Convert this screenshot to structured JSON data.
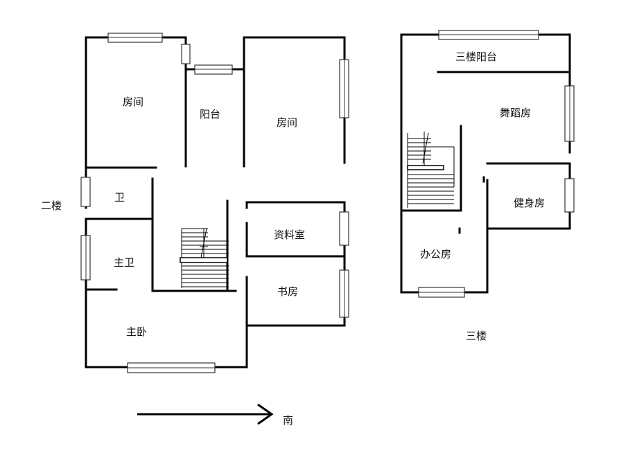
{
  "floor2": {
    "label": "二楼",
    "rooms": {
      "room_nw": "房间",
      "balcony": "阳台",
      "room_ne": "房间",
      "bath": "卫",
      "master_bath": "主卫",
      "archive": "资料室",
      "study": "书房",
      "master_bedroom": "主卧"
    }
  },
  "floor3": {
    "label": "三楼",
    "rooms": {
      "balcony": "三楼阳台",
      "dance": "舞蹈房",
      "gym": "健身房",
      "office": "办公房"
    }
  },
  "compass": {
    "label": "南"
  }
}
